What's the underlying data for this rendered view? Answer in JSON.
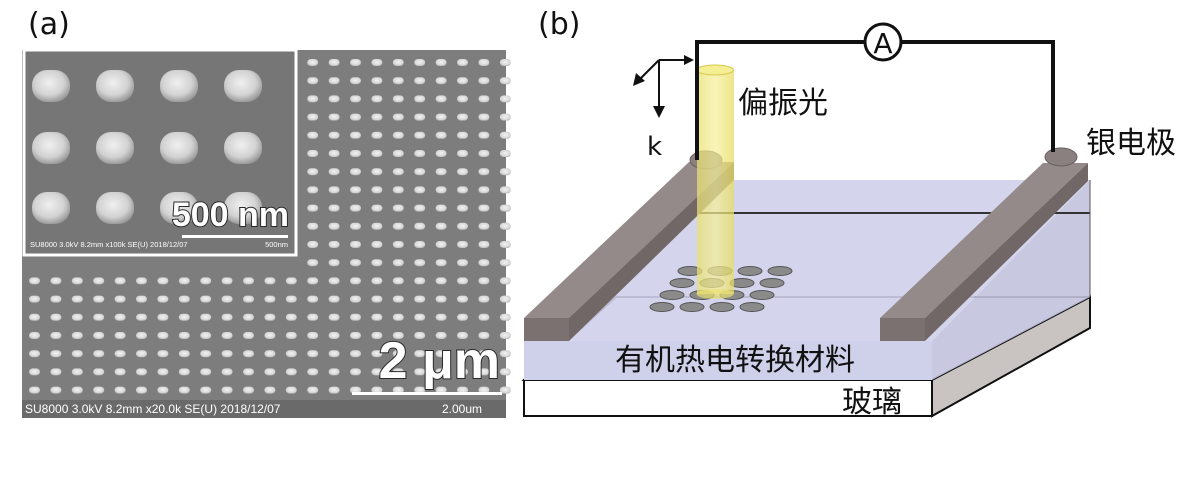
{
  "panel_a": {
    "label": "(a)",
    "inset": {
      "scale_label": "500 nm",
      "info": "SU8000 3.0kV 8.2mm x100k SE(U) 2018/12/07",
      "bar_label": "500nm"
    },
    "main": {
      "scale_label": "2 μm",
      "info": "SU8000 3.0kV 8.2mm x20.0k SE(U) 2018/12/07",
      "bar_label": "2.00um"
    }
  },
  "panel_b": {
    "label": "(b)",
    "ammeter_symbol": "A",
    "light_label": "偏振光",
    "k_label": "k",
    "electrode_label": "银电极",
    "material_label": "有机热电转换材料",
    "glass_label": "玻璃"
  }
}
